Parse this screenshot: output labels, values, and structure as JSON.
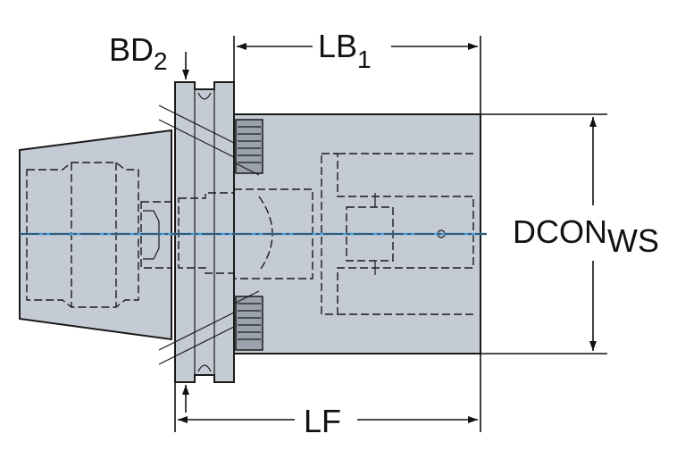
{
  "labels": {
    "bd2": {
      "main": "BD",
      "sub": "2"
    },
    "lb1": {
      "main": "LB",
      "sub": "1"
    },
    "dcon": {
      "main": "DCON",
      "sub": "WS"
    },
    "lf": {
      "main": "LF"
    }
  },
  "colors": {
    "body_fill": "#c5cbd5",
    "body_stroke": "#1a1a1a",
    "centerline": "#4a9fd8",
    "dimension_line": "#111111"
  }
}
